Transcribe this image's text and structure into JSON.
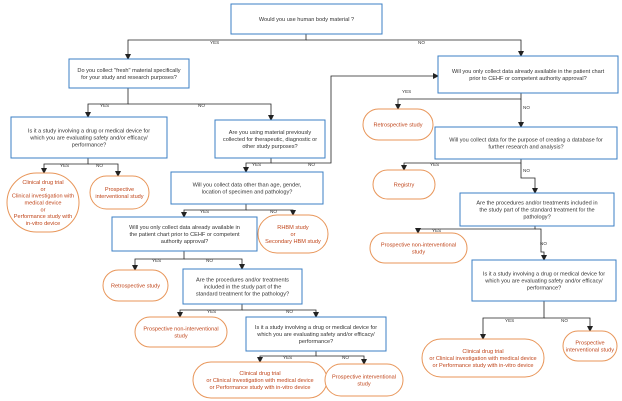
{
  "colors": {
    "question_border": "#3b7fc4",
    "outcome_border": "#e8965a",
    "outcome_text": "#c0461b",
    "arrow": "#222222"
  },
  "nodes": {
    "q_root": [
      "Would you use human body material ?"
    ],
    "q_fresh": [
      "Do you collect \"fresh\" material specifically",
      "for your study and research purposes?"
    ],
    "q_drug1": [
      "Is it a study involving a drug or medical device for",
      "which you are evaluating safety and/or efficacy/",
      "performance?"
    ],
    "o_clinical1": [
      "Clinical drug trial",
      "or",
      "Clinical investigation with",
      "medical device",
      "or",
      "Performance study with",
      "in-vitro device"
    ],
    "o_prospective1": [
      "Prospective",
      "interventional study"
    ],
    "q_prev": [
      "Are you using material previously",
      "collected for therapeutic, diagnostic or",
      "other study purposes?"
    ],
    "q_other": [
      "Will you collect data other than age, gender,",
      "location of specimen and pathology?"
    ],
    "o_rhesm": [
      "RHBM study",
      "or",
      "Secondary HBM study"
    ],
    "q_chart1": [
      "Will you only collect data already available in",
      "the patient chart prior to CEHF or competent",
      "authority approval?"
    ],
    "o_retro1": [
      "Retrospective study"
    ],
    "q_proc1": [
      "Are the procedures and/or treatments",
      "included in the study part of the",
      "standard treatment for the pathology?"
    ],
    "o_nonint1": [
      "Prospective non-interventional",
      "study"
    ],
    "q_drug2": [
      "Is it a study involving a drug or medical device for",
      "which you are evaluating safety and/or efficacy/",
      "performance?"
    ],
    "o_clinical2": [
      "Clinical drug trial",
      "or Clinical investigation with medical device",
      "or Performance study with in-vitro device"
    ],
    "o_prospective2": [
      "Prospective interventional",
      "study"
    ],
    "q_chart2": [
      "Will you only collect data already available in the patient chart",
      "prior to CEHF or competent authority approval?"
    ],
    "o_retro2": [
      "Retrospective study"
    ],
    "q_database": [
      "Will you collect data for the purpose of creating a database for",
      "further research and analysis?"
    ],
    "o_registry": [
      "Registry"
    ],
    "q_proc2": [
      "Are the procedures and/or treatments included in",
      "the study part of the standard treatment for the",
      "pathology?"
    ],
    "o_nonint2": [
      "Prospective non-interventional",
      "study"
    ],
    "q_drug3": [
      "Is it a study involving a drug or medical device for",
      "which you are evaluating safety and/or efficacy/",
      "performance?"
    ],
    "o_clinical3": [
      "Clinical drug trial",
      "or Clinical investigation with medical device",
      "or Performance study with in-vitro device"
    ],
    "o_prospective3": [
      "Prospective",
      "interventional study"
    ]
  },
  "edge_labels": {
    "root_yes": "YES",
    "root_no": "NO",
    "fresh_yes": "YES",
    "fresh_no": "NO",
    "drug1_yes": "YES",
    "drug1_no": "NO",
    "prev_yes": "YES",
    "prev_no": "NO",
    "other_yes": "YES",
    "other_no": "NO",
    "chart1_yes": "YES",
    "chart1_no": "NO",
    "proc1_yes": "YES",
    "proc1_no": "NO",
    "drug2_yes": "YES",
    "drug2_no": "NO",
    "chart2_yes": "YES",
    "chart2_no": "NO",
    "database_yes": "YES",
    "database_no": "NO",
    "proc2_yes": "YES",
    "proc2_no": "NO",
    "drug3_yes": "YES",
    "drug3_no": "NO"
  }
}
